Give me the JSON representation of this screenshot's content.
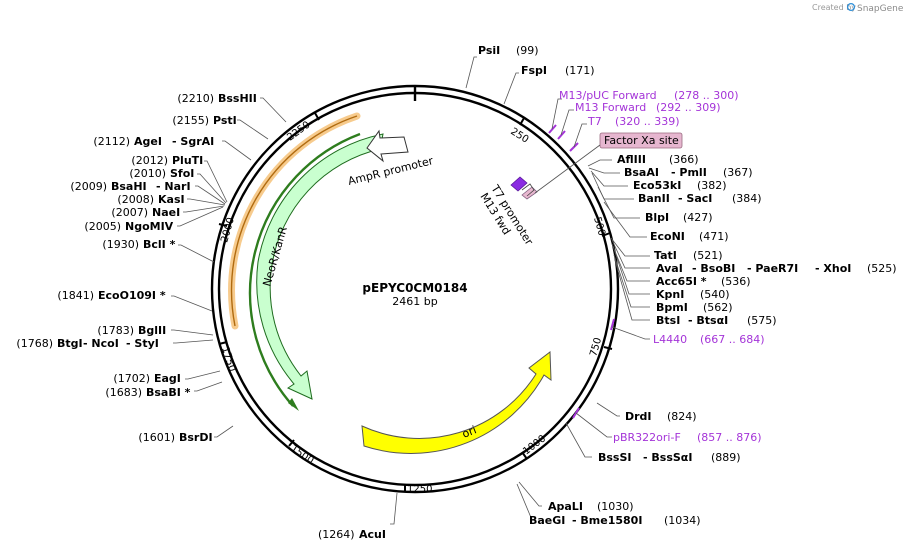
{
  "plasmid": {
    "name": "pEPYC0CM0184",
    "length_label": "2461 bp"
  },
  "credit": {
    "prefix": "Created by",
    "brand": "SnapGene"
  },
  "ticks": [
    "250",
    "500",
    "750",
    "1000",
    "1250",
    "1500",
    "1750",
    "2000",
    "2250"
  ],
  "features": {
    "ampr_promoter": "AmpR promoter",
    "neor": "NeoR/KanR",
    "ori": "ori",
    "t7_promoter": "T7 promoter",
    "m13_fwd": "M13 fwd",
    "factor_xa": "Factor Xa site"
  },
  "primers": [
    {
      "name": "M13/pUC Forward",
      "range": "(278 .. 300)"
    },
    {
      "name": "M13 Forward",
      "range": "(292 .. 309)"
    },
    {
      "name": "T7",
      "range": "(320 .. 339)"
    },
    {
      "name": "L4440",
      "range": "(667 .. 684)"
    },
    {
      "name": "pBR322ori-F",
      "range": "(857 .. 876)"
    }
  ],
  "sites": [
    {
      "names": [
        "PsiI"
      ],
      "pos": "(99)"
    },
    {
      "names": [
        "FspI"
      ],
      "pos": "(171)"
    },
    {
      "names": [
        "AflIII"
      ],
      "pos": "(366)"
    },
    {
      "names": [
        "BsaAI",
        "PmlI"
      ],
      "pos": "(367)"
    },
    {
      "names": [
        "Eco53kI"
      ],
      "pos": "(382)"
    },
    {
      "names": [
        "BanII",
        "SacI"
      ],
      "pos": "(384)"
    },
    {
      "names": [
        "BlpI"
      ],
      "pos": "(427)"
    },
    {
      "names": [
        "EcoNI"
      ],
      "pos": "(471)"
    },
    {
      "names": [
        "TatI"
      ],
      "pos": "(521)"
    },
    {
      "names": [
        "AvaI",
        "BsoBI",
        "PaeR7I",
        "XhoI"
      ],
      "pos": "(525)"
    },
    {
      "names": [
        "Acc65I *"
      ],
      "pos": "(536)"
    },
    {
      "names": [
        "KpnI"
      ],
      "pos": "(540)"
    },
    {
      "names": [
        "BpmI"
      ],
      "pos": "(562)"
    },
    {
      "names": [
        "BtsI",
        "BtsαI"
      ],
      "pos": "(575)"
    },
    {
      "names": [
        "DrdI"
      ],
      "pos": "(824)"
    },
    {
      "names": [
        "BssSI",
        "BssSαI"
      ],
      "pos": "(889)"
    },
    {
      "names": [
        "ApaLI"
      ],
      "pos": "(1030)"
    },
    {
      "names": [
        "BaeGI",
        "Bme1580I"
      ],
      "pos": "(1034)"
    },
    {
      "names": [
        "AcuI"
      ],
      "pos": "(1264)"
    },
    {
      "names": [
        "BsrDI"
      ],
      "pos": "(1601)"
    },
    {
      "names": [
        "BsaBI *"
      ],
      "pos": "(1683)"
    },
    {
      "names": [
        "EagI"
      ],
      "pos": "(1702)"
    },
    {
      "names": [
        "BtgI",
        "NcoI",
        "StyI"
      ],
      "pos": "(1768)"
    },
    {
      "names": [
        "BglII"
      ],
      "pos": "(1783)"
    },
    {
      "names": [
        "EcoO109I *"
      ],
      "pos": "(1841)"
    },
    {
      "names": [
        "BclI *"
      ],
      "pos": "(1930)"
    },
    {
      "names": [
        "NgoMIV"
      ],
      "pos": "(2005)"
    },
    {
      "names": [
        "NaeI"
      ],
      "pos": "(2007)"
    },
    {
      "names": [
        "KasI"
      ],
      "pos": "(2008)"
    },
    {
      "names": [
        "BsaHI",
        "NarI"
      ],
      "pos": "(2009)"
    },
    {
      "names": [
        "SfoI"
      ],
      "pos": "(2010)"
    },
    {
      "names": [
        "PluTI"
      ],
      "pos": "(2012)"
    },
    {
      "names": [
        "AgeI",
        "SgrAI"
      ],
      "pos": "(2112)"
    },
    {
      "names": [
        "PstI"
      ],
      "pos": "(2155)"
    },
    {
      "names": [
        "BssHII"
      ],
      "pos": "(2210)"
    }
  ]
}
